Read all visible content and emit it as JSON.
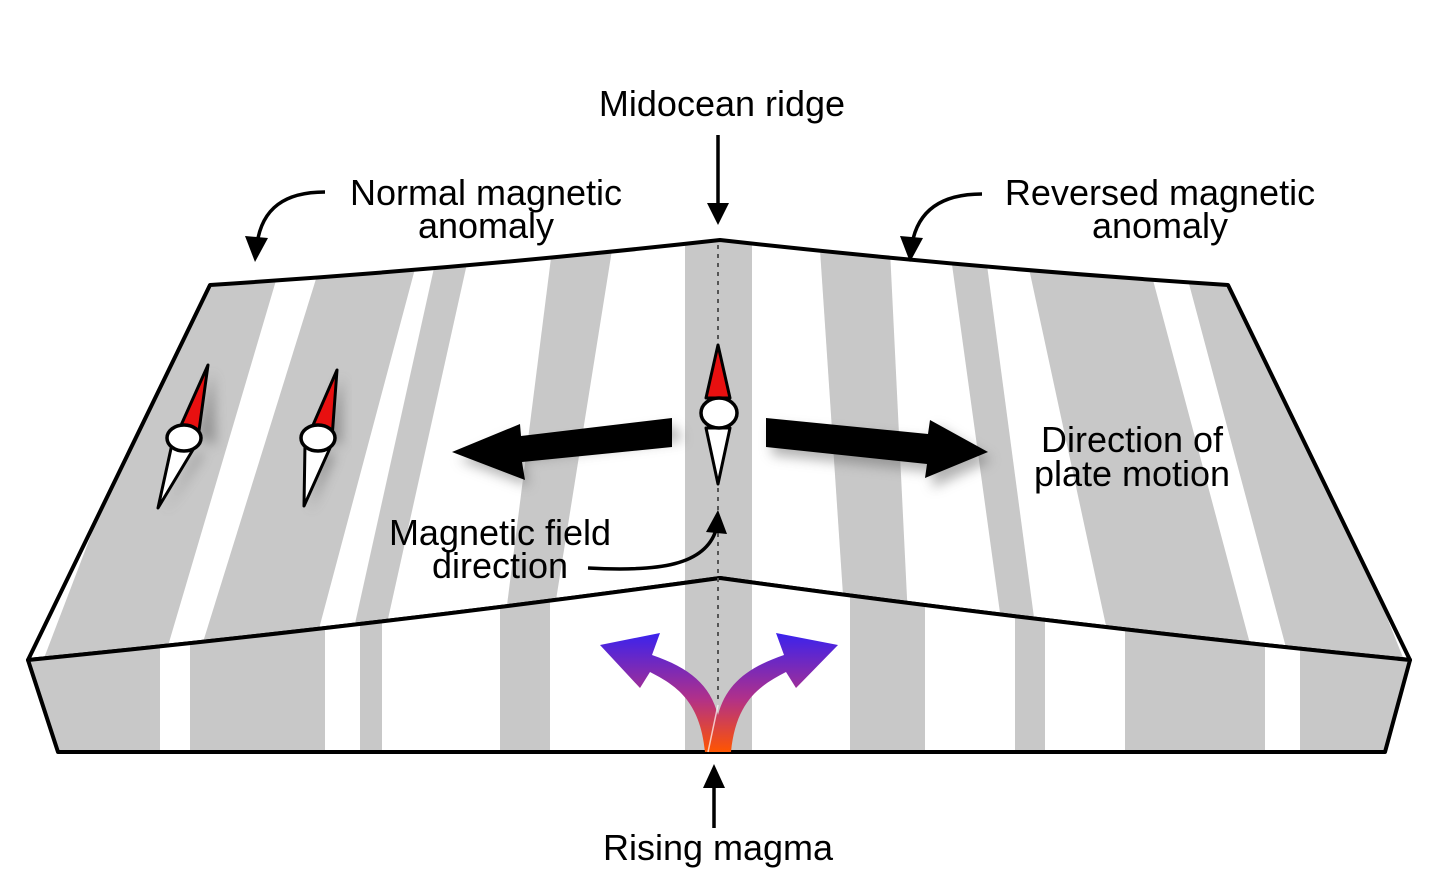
{
  "labels": {
    "ridge": "Midocean ridge",
    "normal_line1": "Normal magnetic",
    "normal_line2": "anomaly",
    "reversed_line1": "Reversed magnetic",
    "reversed_line2": "anomaly",
    "plate_motion_line1": "Direction of",
    "plate_motion_line2": "plate motion",
    "field_line1": "Magnetic field",
    "field_line2": "direction",
    "magma": "Rising magma"
  },
  "colors": {
    "stripe_gray": "#c8c8c8",
    "outline": "#000000",
    "compass_north": "#e81010",
    "compass_south": "#ffffff",
    "magma_top": "#3a22ee",
    "magma_bottom": "#ff5500"
  }
}
